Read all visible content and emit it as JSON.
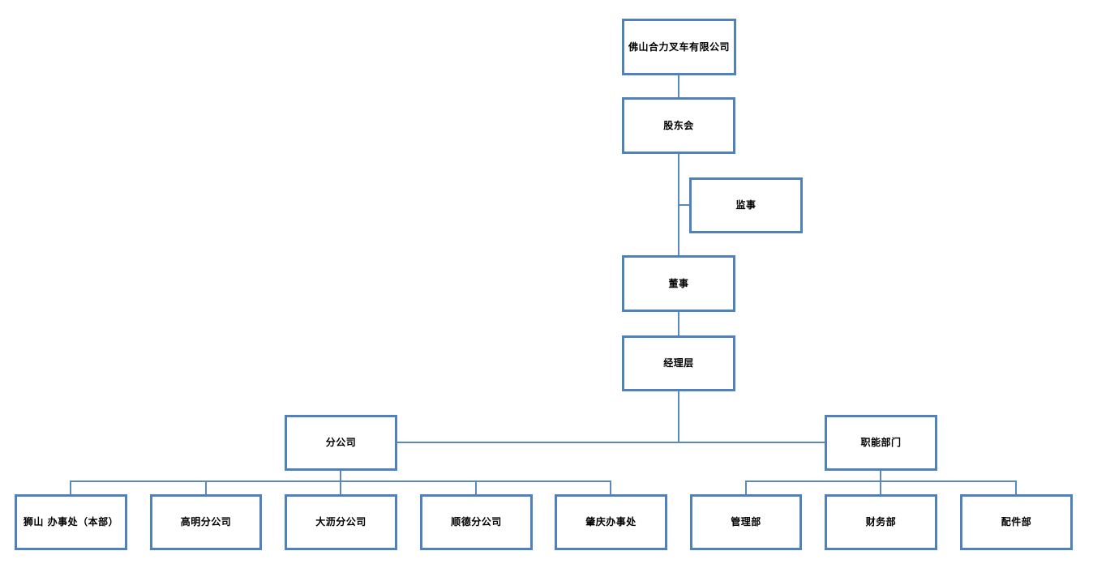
{
  "diagram": {
    "type": "org-chart",
    "company": "佛山合力叉车有限公司",
    "colors": {
      "box_border": "#4f81bd",
      "box_fill": "#ffffff",
      "connector": "#5b88bd",
      "text": "#000000",
      "background": "#ffffff"
    },
    "nodes": {
      "company": {
        "label": "佛山合力叉车有限公司"
      },
      "shareholders": {
        "label": "股东会"
      },
      "supervisor": {
        "label": "监事"
      },
      "director": {
        "label": "董事"
      },
      "management": {
        "label": "经理层"
      },
      "branches": {
        "label": "分公司"
      },
      "functional": {
        "label": "职能部门"
      },
      "shishan": {
        "label": "狮山 办事处（本部）"
      },
      "gaoming": {
        "label": "高明分公司"
      },
      "dali": {
        "label": "大沥分公司"
      },
      "shunde": {
        "label": "顺德分公司"
      },
      "zhaoqing": {
        "label": "肇庆办事处"
      },
      "guanli": {
        "label": "管理部"
      },
      "caiwu": {
        "label": "财务部"
      },
      "peijian": {
        "label": "配件部"
      }
    },
    "hierarchy": [
      {
        "parent": "company",
        "children": [
          "shareholders"
        ]
      },
      {
        "parent": "shareholders",
        "children": [
          "supervisor",
          "director"
        ]
      },
      {
        "parent": "director",
        "children": [
          "management"
        ]
      },
      {
        "parent": "management",
        "children": [
          "branches",
          "functional"
        ]
      },
      {
        "parent": "branches",
        "children": [
          "shishan",
          "gaoming",
          "dali",
          "shunde",
          "zhaoqing"
        ]
      },
      {
        "parent": "functional",
        "children": [
          "guanli",
          "caiwu",
          "peijian"
        ]
      }
    ]
  }
}
